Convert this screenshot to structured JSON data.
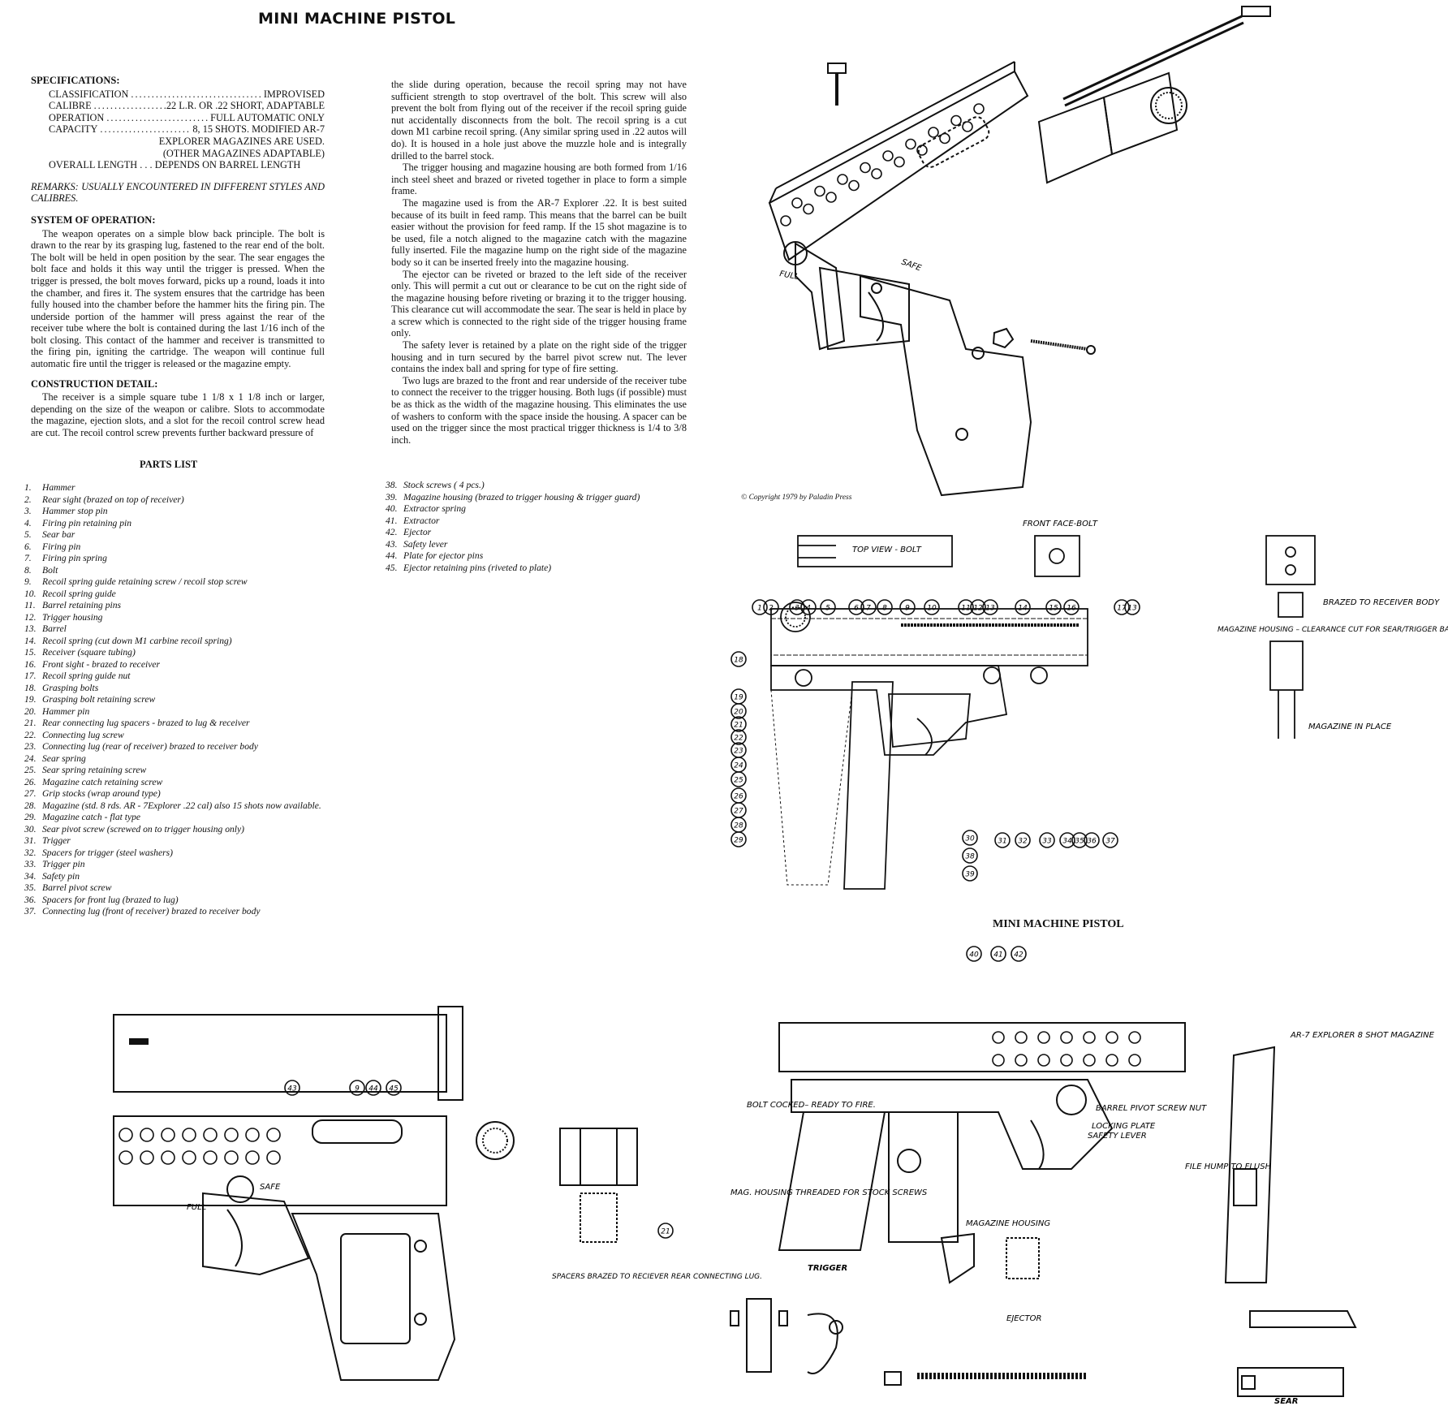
{
  "document": {
    "title": "MINI MACHINE PISTOL",
    "figure_title": "MINI MACHINE PISTOL",
    "copyright": "© Copyright 1979 by Paladin Press"
  },
  "specifications": {
    "heading": "SPECIFICATIONS:",
    "rows": [
      {
        "key": "CLASSIFICATION",
        "value": "IMPROVISED"
      },
      {
        "key": "CALIBRE",
        "value": ".22 L.R. OR .22 SHORT, ADAPTABLE"
      },
      {
        "key": "OPERATION",
        "value": "FULL AUTOMATIC ONLY"
      },
      {
        "key": "CAPACITY",
        "value": "8, 15 SHOTS. MODIFIED AR-7"
      }
    ],
    "capacity_cont1": "EXPLORER MAGAZINES ARE USED.",
    "capacity_cont2": "(OTHER MAGAZINES ADAPTABLE)",
    "overall_length": "OVERALL LENGTH . . . DEPENDS ON BARREL LENGTH",
    "remarks": "REMARKS: USUALLY ENCOUNTERED IN DIFFERENT STYLES AND CALIBRES."
  },
  "system_of_operation": {
    "heading": "SYSTEM OF OPERATION:",
    "text": "The weapon operates on a simple blow back principle. The bolt is drawn to the rear by its grasping lug, fastened to the rear end of the bolt. The bolt will be held in open position by the sear. The sear engages the bolt face and holds it this way until the trigger is pressed. When the trigger is pressed, the bolt moves forward, picks up a round, loads it into the chamber, and fires it. The system ensures that the cartridge has been fully housed into the chamber before the hammer hits the firing pin. The underside portion of the hammer will press against the rear of the receiver tube where the bolt is contained during the last 1/16 inch of the bolt closing. This contact of the hammer and receiver is transmitted to the firing pin, igniting the cartridge. The weapon will continue full automatic fire until the trigger is released or the magazine empty."
  },
  "construction_detail": {
    "heading": "CONSTRUCTION DETAIL:",
    "text": "The receiver is a simple square tube 1 1/8 x 1 1/8 inch or larger, depending on the size of the weapon or calibre. Slots to accommodate the magazine, ejection slots, and a slot for the recoil control screw head are cut. The recoil control screw prevents further backward pressure of"
  },
  "column2": {
    "p1": "the slide during operation, because the recoil spring may not have sufficient strength to stop overtravel of the bolt. This screw will also prevent the bolt from flying out of the receiver if the recoil spring guide nut accidentally disconnects from the bolt. The recoil spring is a cut down M1 carbine recoil spring. (Any similar spring used in .22 autos will do). It is housed in a hole just above the muzzle hole and is integrally drilled to the barrel stock.",
    "p2": "The trigger housing and magazine housing are both formed from 1/16 inch steel sheet and brazed or riveted together in place to form a simple frame.",
    "p3": "The magazine used is from the AR-7 Explorer .22. It is best suited because of its built in feed ramp. This means that the barrel can be built easier without the provision for feed ramp. If the 15 shot magazine is to be used, file a notch aligned to the magazine catch with the magazine fully inserted. File the magazine hump on the right side of the magazine body so it can be inserted freely into the magazine housing.",
    "p4": "The ejector can be riveted or brazed to the left side of the receiver only. This will permit a cut out or clearance to be cut on the right side of the magazine housing before riveting or brazing it to the trigger housing. This clearance cut will accommodate the sear. The sear is held in place by a screw which is connected to the right side of the trigger housing frame only.",
    "p5": "The safety lever is retained by a plate on the right side of the trigger housing and in turn secured by the barrel pivot screw nut. The lever contains the index ball and spring for type of fire setting.",
    "p6": "Two lugs are brazed to the front and rear underside of the receiver tube to connect the receiver to the trigger housing. Both lugs (if possible) must be as thick as the width of the magazine housing. This eliminates the use of washers to conform with the space inside the housing. A spacer can be used on the trigger since the most practical trigger thickness is 1/4 to 3/8 inch."
  },
  "parts_list": {
    "heading": "PARTS LIST",
    "col1": [
      {
        "n": "1.",
        "t": "Hammer"
      },
      {
        "n": "2.",
        "t": "Rear sight (brazed on top of receiver)"
      },
      {
        "n": "3.",
        "t": "Hammer stop pin"
      },
      {
        "n": "4.",
        "t": "Firing pin retaining pin"
      },
      {
        "n": "5.",
        "t": "Sear bar"
      },
      {
        "n": "6.",
        "t": "Firing pin"
      },
      {
        "n": "7.",
        "t": "Firing pin spring"
      },
      {
        "n": "8.",
        "t": "Bolt"
      },
      {
        "n": "9.",
        "t": "Recoil spring guide retaining screw / recoil stop screw"
      },
      {
        "n": "10.",
        "t": "Recoil spring guide"
      },
      {
        "n": "11.",
        "t": "Barrel retaining pins"
      },
      {
        "n": "12.",
        "t": "Trigger housing"
      },
      {
        "n": "13.",
        "t": "Barrel"
      },
      {
        "n": "14.",
        "t": "Recoil spring (cut down M1 carbine recoil spring)"
      },
      {
        "n": "15.",
        "t": "Receiver (square tubing)"
      },
      {
        "n": "16.",
        "t": "Front sight - brazed to receiver"
      },
      {
        "n": "17.",
        "t": "Recoil spring guide nut"
      },
      {
        "n": "18.",
        "t": "Grasping bolts"
      },
      {
        "n": "19.",
        "t": "Grasping bolt retaining screw"
      },
      {
        "n": "20.",
        "t": "Hammer pin"
      },
      {
        "n": "21.",
        "t": "Rear connecting lug spacers - brazed to lug & receiver"
      },
      {
        "n": "22.",
        "t": "Connecting lug screw"
      },
      {
        "n": "23.",
        "t": "Connecting lug (rear of receiver) brazed to receiver body"
      },
      {
        "n": "24.",
        "t": "Sear spring"
      },
      {
        "n": "25.",
        "t": "Sear spring retaining screw"
      },
      {
        "n": "26.",
        "t": "Magazine catch retaining screw"
      },
      {
        "n": "27.",
        "t": "Grip stocks (wrap around type)"
      },
      {
        "n": "28.",
        "t": "Magazine (std. 8 rds. AR - 7Explorer .22 cal) also 15 shots now available."
      },
      {
        "n": "29.",
        "t": "Magazine catch - flat type"
      },
      {
        "n": "30.",
        "t": "Sear pivot screw (screwed on to trigger housing only)"
      },
      {
        "n": "31.",
        "t": "Trigger"
      },
      {
        "n": "32.",
        "t": "Spacers for trigger (steel washers)"
      },
      {
        "n": "33.",
        "t": "Trigger pin"
      },
      {
        "n": "34.",
        "t": "Safety pin"
      },
      {
        "n": "35.",
        "t": "Barrel pivot screw"
      },
      {
        "n": "36.",
        "t": "Spacers for front lug (brazed to lug)"
      },
      {
        "n": "37.",
        "t": "Connecting lug (front of receiver) brazed to receiver body"
      }
    ],
    "col2": [
      {
        "n": "38.",
        "t": "Stock screws ( 4 pcs.)"
      },
      {
        "n": "39.",
        "t": "Magazine housing (brazed to trigger housing & trigger guard)"
      },
      {
        "n": "40.",
        "t": "Extractor spring"
      },
      {
        "n": "41.",
        "t": "Extractor"
      },
      {
        "n": "42.",
        "t": "Ejector"
      },
      {
        "n": "43.",
        "t": "Safety lever"
      },
      {
        "n": "44.",
        "t": "Plate for ejector pins"
      },
      {
        "n": "45.",
        "t": "Ejector retaining pins (riveted to plate)"
      }
    ]
  },
  "drawing_labels": {
    "safe": "SAFE",
    "full": "FULL",
    "front_face_bolt": "FRONT FACE-BOLT",
    "top_view_bolt": "TOP VIEW - BOLT",
    "brazed_to_receiver": "BRAZED TO RECEIVER BODY",
    "mag_housing_clearance": "MAGAZINE HOUSING – CLEARANCE CUT FOR SEAR/TRIGGER BAR",
    "magazine_in_place": "MAGAZINE IN PLACE",
    "ar7": "AR-7 EXPLORER 8 SHOT MAGAZINE",
    "bolt_cocked": "BOLT COCKED– READY TO FIRE.",
    "barrel_pivot": "BARREL PIVOT SCREW NUT",
    "locking_plate": "LOCKING PLATE",
    "safety_lever": "SAFETY LEVER",
    "file_hump": "FILE HUMP TO FLUSH",
    "mag_threaded": "MAG. HOUSING THREADED FOR STOCK SCREWS",
    "magazine_housing": "MAGAZINE HOUSING",
    "trigger": "TRIGGER",
    "ejector": "EJECTOR",
    "sear": "SEAR",
    "spacers_brazed": "SPACERS BRAZED TO RECIEVER REAR CONNECTING LUG.",
    "callouts_top": [
      "1",
      "2",
      "3",
      "4",
      "5",
      "6",
      "7",
      "8",
      "9",
      "10",
      "11",
      "12",
      "13",
      "14",
      "15",
      "16",
      "17",
      "13"
    ],
    "callouts_left": [
      "18",
      "19",
      "20",
      "21",
      "22",
      "23",
      "24",
      "25",
      "26",
      "27",
      "28",
      "29"
    ],
    "callouts_bottom": [
      "31",
      "32",
      "33",
      "34",
      "35",
      "36",
      "37",
      "30",
      "38",
      "39"
    ],
    "callouts_left_fig": [
      "43",
      "9",
      "44",
      "45",
      "21"
    ],
    "callouts_right_fig": [
      "40",
      "41",
      "42"
    ]
  }
}
